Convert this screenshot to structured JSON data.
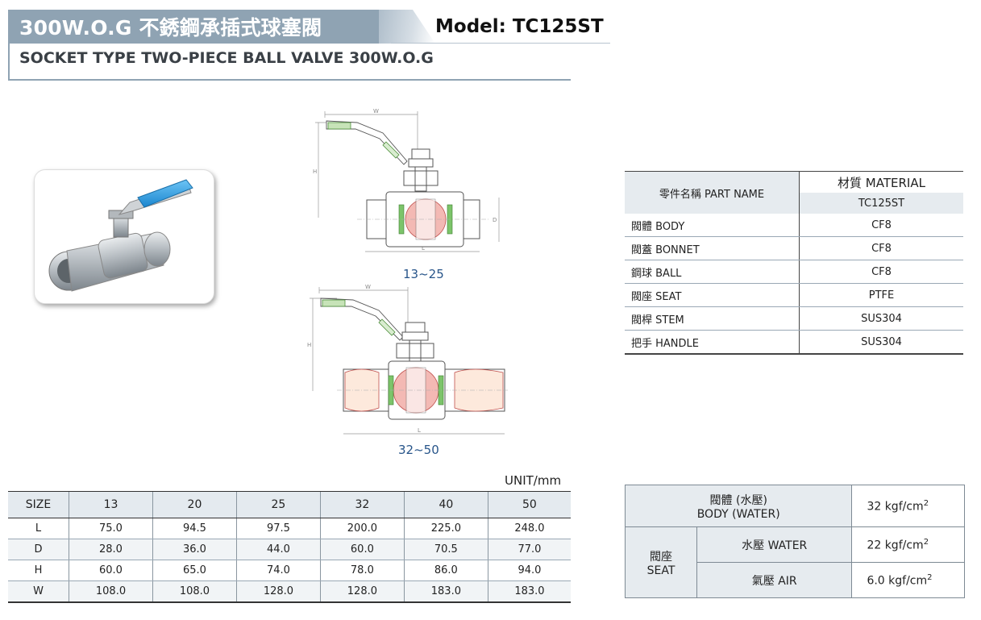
{
  "header": {
    "title": "300W.O.G  不銹鋼承插式球塞閥",
    "model": "Model: TC125ST",
    "subtitle": "SOCKET TYPE  TWO-PIECE BALL VALVE 300W.O.G"
  },
  "drawings": {
    "label_w": "W",
    "label_h": "H",
    "label_l": "L",
    "label_d": "D",
    "caption_small": "13~25",
    "caption_large": "32~50"
  },
  "materials": {
    "part_name_header": "零件名稱 PART NAME",
    "material_header": "材質  MATERIAL",
    "model_header": "TC125ST",
    "rows": [
      {
        "part": "閥體  BODY",
        "material": "CF8"
      },
      {
        "part": "閥蓋  BONNET",
        "material": "CF8"
      },
      {
        "part": "鋼球  BALL",
        "material": "CF8"
      },
      {
        "part": "閥座  SEAT",
        "material": "PTFE"
      },
      {
        "part": "閥桿  STEM",
        "material": "SUS304"
      },
      {
        "part": "把手  HANDLE",
        "material": "SUS304"
      }
    ]
  },
  "dimensions": {
    "unit": "UNIT/mm",
    "size_label": "SIZE",
    "sizes": [
      "13",
      "20",
      "25",
      "32",
      "40",
      "50"
    ],
    "rows": [
      {
        "label": "L",
        "values": [
          "75.0",
          "94.5",
          "97.5",
          "200.0",
          "225.0",
          "248.0"
        ]
      },
      {
        "label": "D",
        "values": [
          "28.0",
          "36.0",
          "44.0",
          "60.0",
          "70.5",
          "77.0"
        ]
      },
      {
        "label": "H",
        "values": [
          "60.0",
          "65.0",
          "74.0",
          "78.0",
          "86.0",
          "94.0"
        ]
      },
      {
        "label": "W",
        "values": [
          "108.0",
          "108.0",
          "128.0",
          "128.0",
          "183.0",
          "183.0"
        ]
      }
    ]
  },
  "pressure": {
    "body_label_zh": "閥體 (水壓)",
    "body_label_en": "BODY (WATER)",
    "body_value": "32 kgf/cm",
    "seat_label_zh": "閥座",
    "seat_label_en": "SEAT",
    "water_label": "水壓  WATER",
    "water_value": "22 kgf/cm",
    "air_label": "氣壓  AIR",
    "air_value": "6.0 kgf/cm",
    "exponent": "2"
  },
  "colors": {
    "header_band": "#8fa3b3",
    "handle_blue": "#2d9be0",
    "ball_pink": "#f3b9b4",
    "seat_green": "#7cc46a",
    "caption_blue": "#28558a",
    "table_shade": "#e6ebef"
  }
}
